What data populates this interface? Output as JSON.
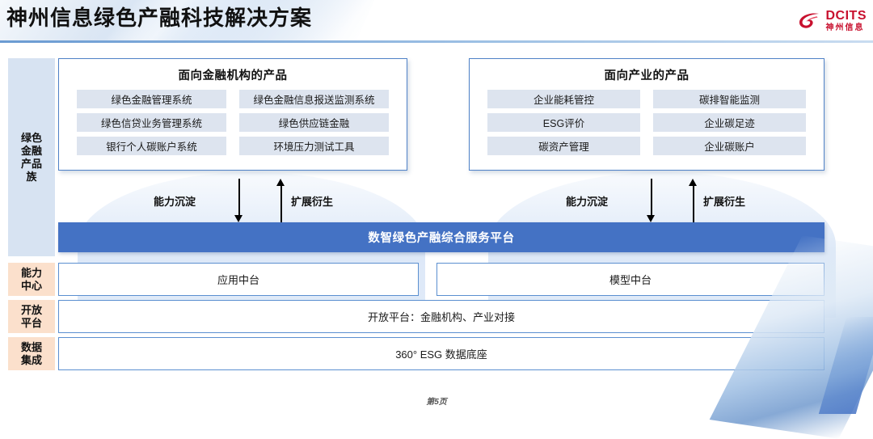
{
  "header": {
    "title": "神州信息绿色产融科技解决方案",
    "logo": {
      "en": "DCITS",
      "cn": "神州信息",
      "color": "#c8102e"
    }
  },
  "sidebar": {
    "items": [
      {
        "label": "绿色\n金融\n产品\n族",
        "tone": "blue",
        "name": "green-finance-products"
      },
      {
        "label": "能力\n中心",
        "tone": "orange",
        "name": "capability-center"
      },
      {
        "label": "开放\n平台",
        "tone": "orange",
        "name": "open-platform"
      },
      {
        "label": "数据\n集成",
        "tone": "orange",
        "name": "data-integration"
      }
    ]
  },
  "panels": [
    {
      "title": "面向金融机构的产品",
      "items": [
        "绿色金融管理系统",
        "绿色金融信息报送监测系统",
        "绿色信贷业务管理系统",
        "绿色供应链金融",
        "银行个人碳账户系统",
        "环境压力测试工具"
      ]
    },
    {
      "title": "面向产业的产品",
      "items": [
        "企业能耗管控",
        "碳排智能监测",
        "ESG评价",
        "企业碳足迹",
        "碳资产管理",
        "企业碳账户"
      ]
    }
  ],
  "arrows": {
    "down_label": "能力沉淀",
    "up_label": "扩展衍生"
  },
  "platform": {
    "label": "数智绿色产融综合服务平台",
    "color": "#4472c4"
  },
  "rows": {
    "app_middle": "应用中台",
    "model_middle": "模型中台",
    "open_platform": "开放平台：金融机构、产业对接",
    "data_base": "360° ESG 数据底座"
  },
  "footer": {
    "page": "第5页"
  }
}
